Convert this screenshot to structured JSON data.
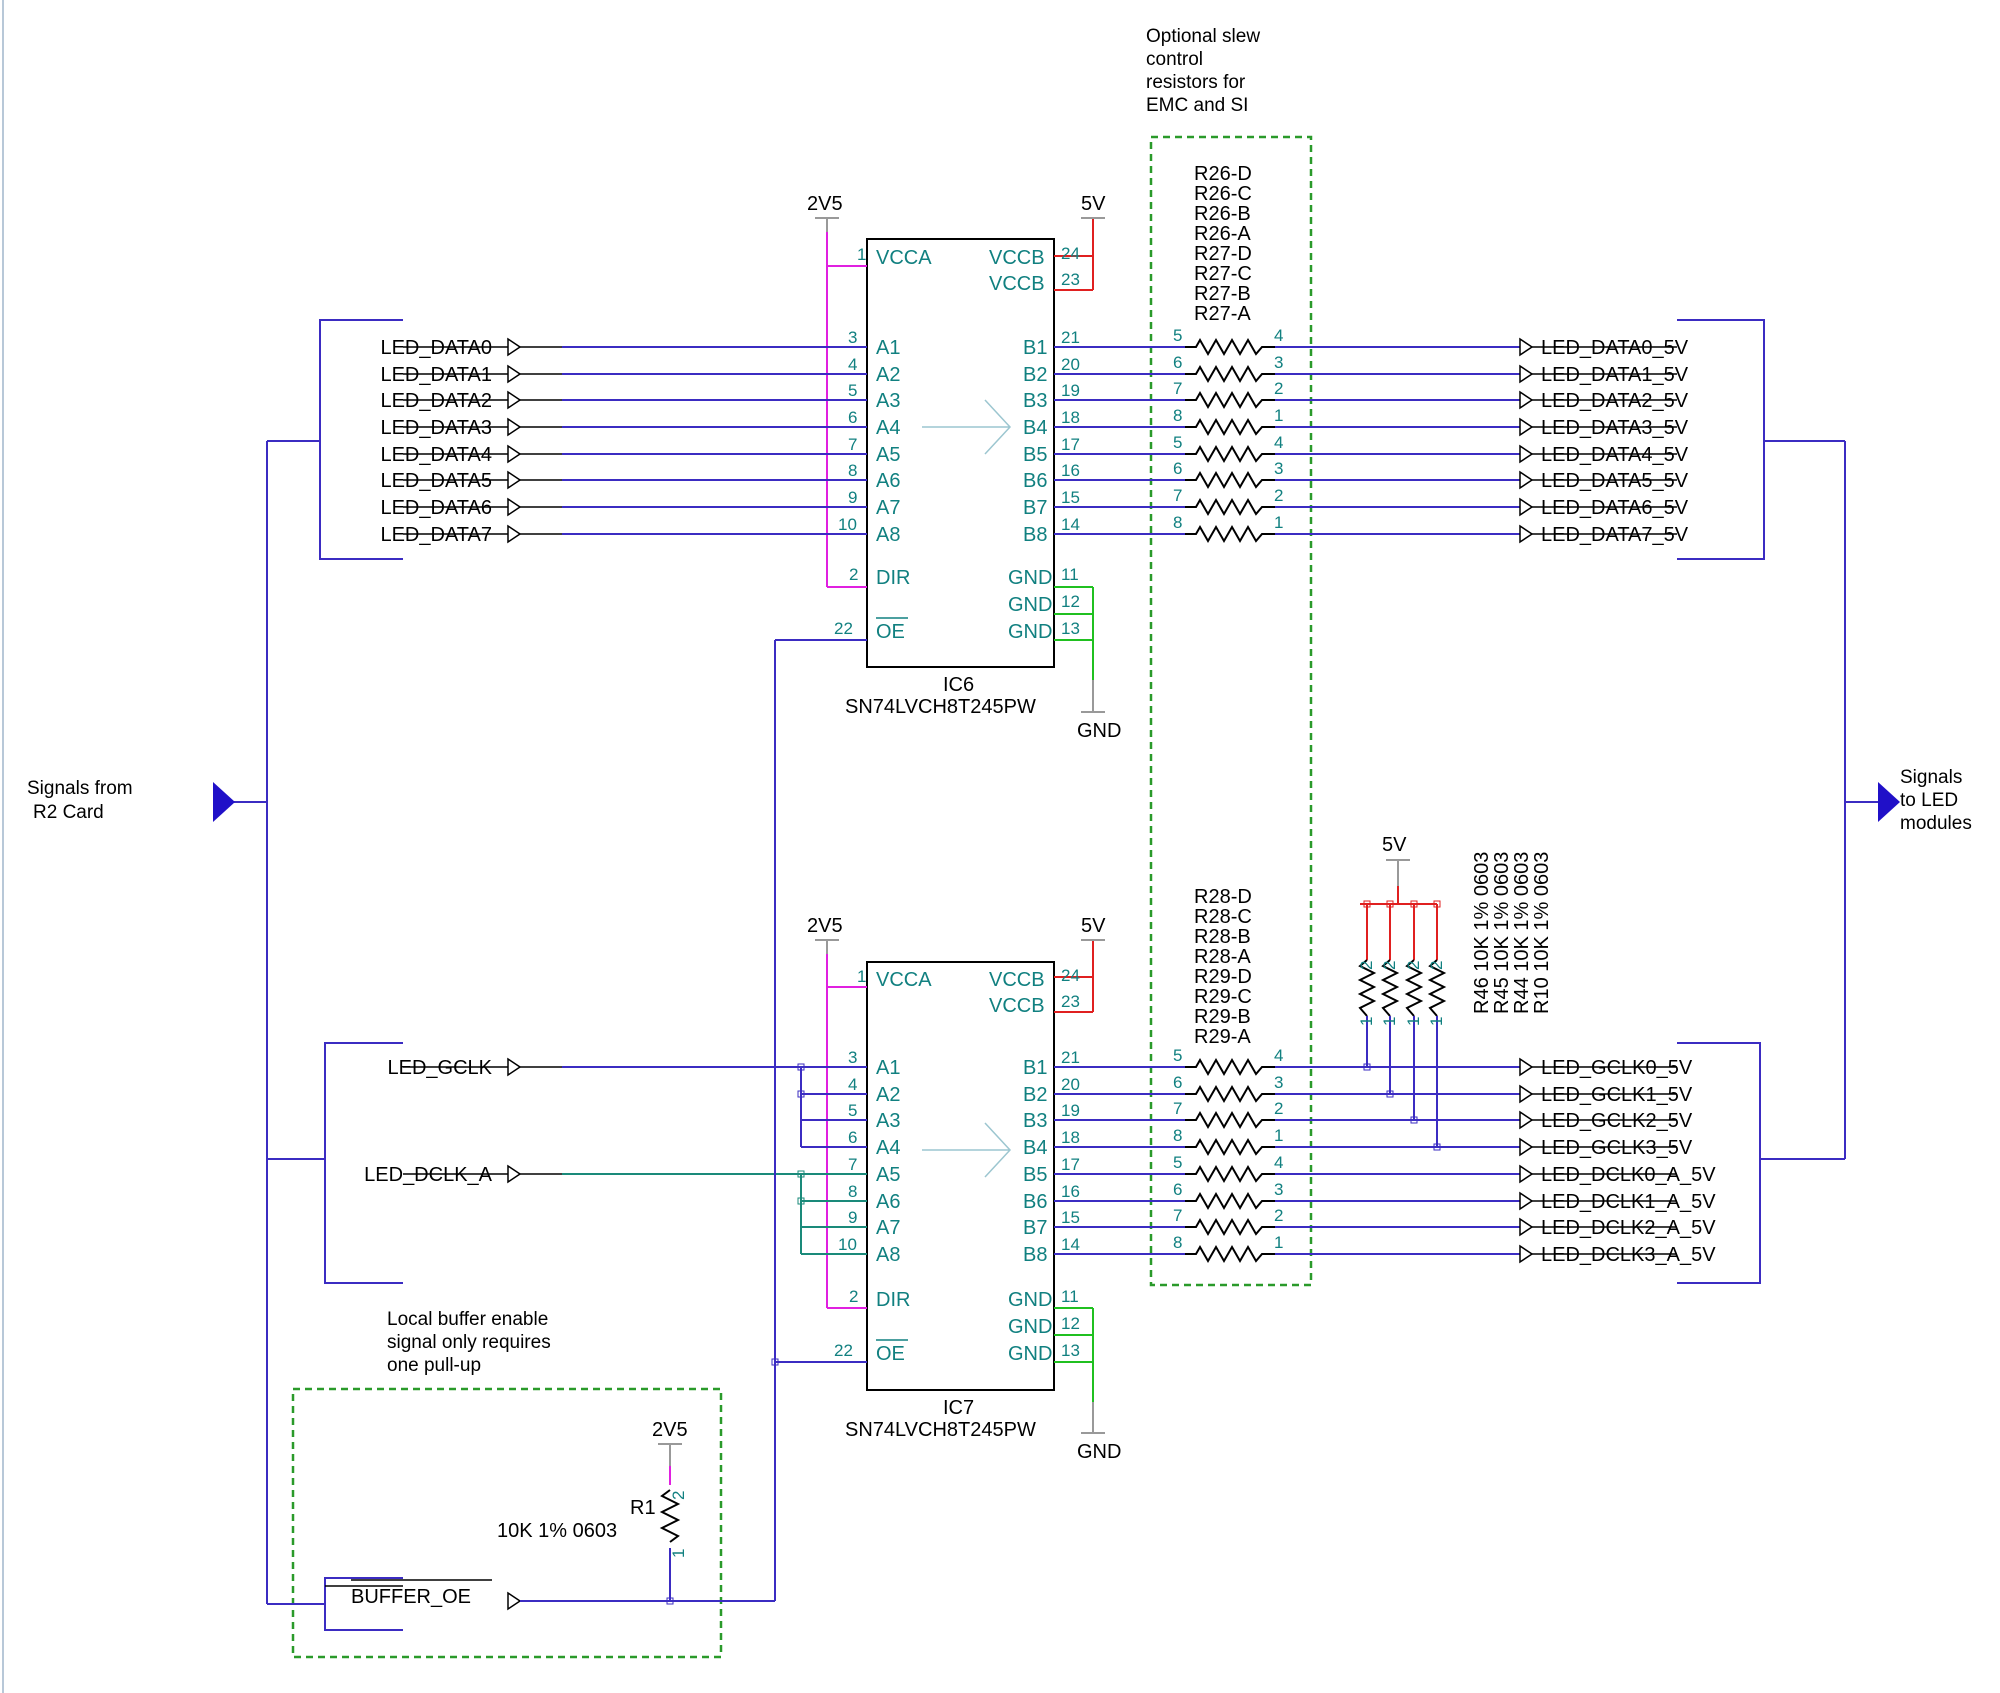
{
  "colors": {
    "net": "#3b2cc2",
    "pin": "#118080",
    "power_2v5": "#e020e0",
    "power_5v": "#e02020",
    "gnd_net": "#20c020",
    "dclk_net": "#1a8a7a",
    "annot_box": "#2a9a2a",
    "text": "#000000"
  },
  "notes": {
    "slew": [
      "Optional slew",
      "control",
      "resistors for",
      "EMC and SI"
    ],
    "buffer": [
      "Local buffer enable",
      "signal only requires",
      "one pull-up"
    ],
    "from_r2": [
      "Signals from",
      "R2 Card"
    ],
    "to_led": [
      "Signals",
      "to LED",
      "modules"
    ]
  },
  "ic6": {
    "ref": "IC6",
    "part": "SN74LVCH8T245PW",
    "rail_a": "2V5",
    "rail_b": "5V",
    "gnd": "GND",
    "vcca": "VCCA",
    "vccb": "VCCB",
    "dir": "DIR",
    "oe": "OE",
    "gnd_pin": "GND",
    "pin_vcca": "1",
    "pin_vccb": [
      "24",
      "23"
    ],
    "pin_dir": "2",
    "pin_oe": "22",
    "pin_gnd": [
      "11",
      "12",
      "13"
    ]
  },
  "ic7": {
    "ref": "IC7",
    "part": "SN74LVCH8T245PW",
    "rail_a": "2V5",
    "rail_b": "5V",
    "gnd": "GND",
    "vcca": "VCCA",
    "vccb": "VCCB",
    "dir": "DIR",
    "oe": "OE",
    "gnd_pin": "GND",
    "pin_vcca": "1",
    "pin_vccb": [
      "24",
      "23"
    ],
    "pin_dir": "2",
    "pin_oe": "22",
    "pin_gnd": [
      "11",
      "12",
      "13"
    ]
  },
  "a_pins": [
    {
      "name": "A1",
      "num": "3"
    },
    {
      "name": "A2",
      "num": "4"
    },
    {
      "name": "A3",
      "num": "5"
    },
    {
      "name": "A4",
      "num": "6"
    },
    {
      "name": "A5",
      "num": "7"
    },
    {
      "name": "A6",
      "num": "8"
    },
    {
      "name": "A7",
      "num": "9"
    },
    {
      "name": "A8",
      "num": "10"
    }
  ],
  "b_pins": [
    {
      "name": "B1",
      "num": "21"
    },
    {
      "name": "B2",
      "num": "20"
    },
    {
      "name": "B3",
      "num": "19"
    },
    {
      "name": "B4",
      "num": "18"
    },
    {
      "name": "B5",
      "num": "17"
    },
    {
      "name": "B6",
      "num": "16"
    },
    {
      "name": "B7",
      "num": "15"
    },
    {
      "name": "B8",
      "num": "14"
    }
  ],
  "res_left_pins": [
    "5",
    "6",
    "7",
    "8",
    "5",
    "6",
    "7",
    "8"
  ],
  "res_right_pins": [
    "4",
    "3",
    "2",
    "1",
    "4",
    "3",
    "2",
    "1"
  ],
  "slew_refs_top": [
    "R26-D",
    "R26-C",
    "R26-B",
    "R26-A",
    "R27-D",
    "R27-C",
    "R27-B",
    "R27-A"
  ],
  "slew_refs_bottom": [
    "R28-D",
    "R28-C",
    "R28-B",
    "R28-A",
    "R29-D",
    "R29-C",
    "R29-B",
    "R29-A"
  ],
  "inputs_top": [
    "LED_DATA0",
    "LED_DATA1",
    "LED_DATA2",
    "LED_DATA3",
    "LED_DATA4",
    "LED_DATA5",
    "LED_DATA6",
    "LED_DATA7"
  ],
  "outputs_top": [
    "LED_DATA0_5V",
    "LED_DATA1_5V",
    "LED_DATA2_5V",
    "LED_DATA3_5V",
    "LED_DATA4_5V",
    "LED_DATA5_5V",
    "LED_DATA6_5V",
    "LED_DATA7_5V"
  ],
  "inputs_bottom": {
    "gclk": "LED_GCLK",
    "dclk": "LED_DCLK_A"
  },
  "outputs_bottom": [
    "LED_GCLK0_5V",
    "LED_GCLK1_5V",
    "LED_GCLK2_5V",
    "LED_GCLK3_5V",
    "LED_DCLK0_A_5V",
    "LED_DCLK1_A_5V",
    "LED_DCLK2_A_5V",
    "LED_DCLK3_A_5V"
  ],
  "pullups": {
    "rail": "5V",
    "labels": [
      "R46   10K 1% 0603",
      "R45   10K 1% 0603",
      "R44   10K 1% 0603",
      "R10   10K 1% 0603"
    ],
    "pin_top": "2",
    "pin_bottom": "1"
  },
  "r1": {
    "ref": "R1",
    "value": "10K 1% 0603",
    "rail": "2V5",
    "pin_top": "2",
    "pin_bottom": "1"
  },
  "buffer_oe": "BUFFER_OE"
}
